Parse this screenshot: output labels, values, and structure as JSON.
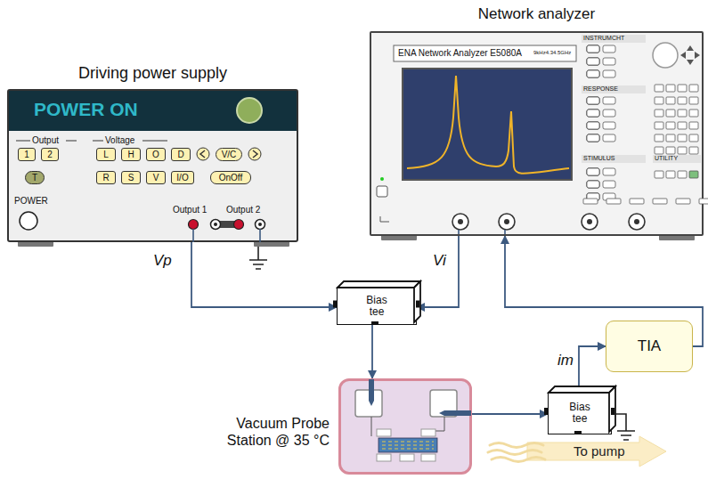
{
  "diagram": {
    "nodes": [
      {
        "text": [
          "Driving power supply",
          "Output",
          "Voltage",
          "POWER",
          "Output 1",
          "Output 2"
        ]
      },
      {
        "text": [
          "POWER ON"
        ],
        "in": 0
      },
      {
        "text": [
          "1"
        ],
        "in": 0
      },
      {
        "text": [
          "2"
        ],
        "in": 0
      },
      {
        "text": [
          "T"
        ],
        "in": 0
      },
      {
        "text": [
          "L"
        ],
        "in": 0
      },
      {
        "text": [
          "H"
        ],
        "in": 0
      },
      {
        "text": [
          "O"
        ],
        "in": 0
      },
      {
        "text": [
          "D"
        ],
        "in": 0
      },
      {
        "text": [
          "V/C"
        ],
        "in": 0
      },
      {
        "text": [
          "R"
        ],
        "in": 0
      },
      {
        "text": [
          "S"
        ],
        "in": 0
      },
      {
        "text": [
          "V"
        ],
        "in": 0
      },
      {
        "text": [
          "I/O"
        ],
        "in": 0
      },
      {
        "text": [
          "OnOff"
        ],
        "in": 0
      },
      {
        "text": [
          "Network analyzer",
          "ENA Network Analyzer E5080A",
          "9kHz4.34.5GHz",
          "INSTRUMCHT",
          "RESPONSE",
          "STIMULUS",
          "UTILITY"
        ]
      },
      {
        "text": [
          "Bias tee"
        ]
      },
      {
        "text": [
          "Vacuum Probe Station @ 35 °C"
        ]
      },
      {
        "text": [
          "Bias tee"
        ]
      },
      {
        "text": [
          "TIA"
        ]
      }
    ],
    "edges": [
      {
        "from": 0,
        "to": 16,
        "arrow": "to",
        "label": "Vp"
      },
      {
        "from": 15,
        "to": 16,
        "arrow": "to",
        "label": "Vi"
      },
      {
        "from": 16,
        "to": 17,
        "arrow": "to"
      },
      {
        "from": 17,
        "to": 18,
        "arrow": "to"
      },
      {
        "from": 18,
        "to": 19,
        "arrow": "to",
        "label": "im"
      },
      {
        "from": 19,
        "to": 15,
        "arrow": "to"
      }
    ],
    "labels": [
      "To pump"
    ]
  }
}
